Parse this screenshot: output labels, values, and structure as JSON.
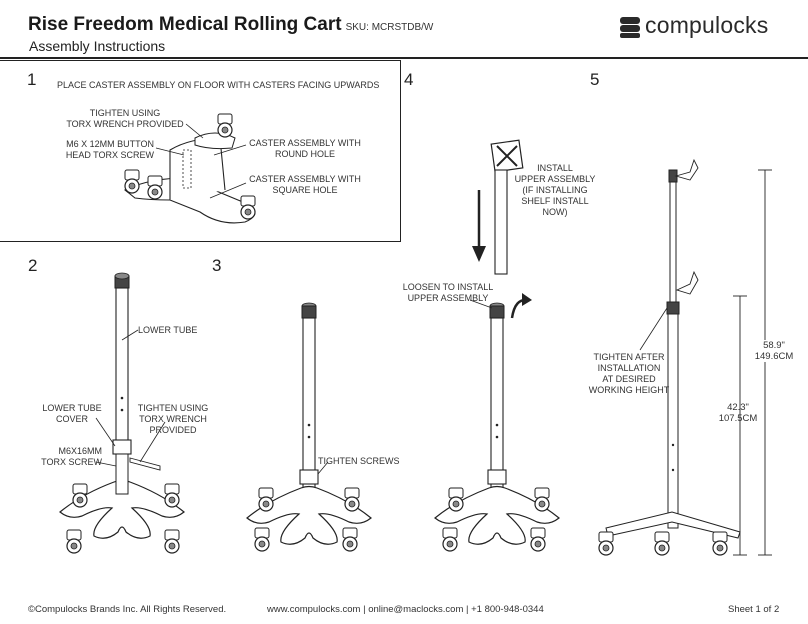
{
  "header": {
    "title": "Rise Freedom Medical Rolling Cart",
    "sku": "SKU: MCRSTDB/W",
    "subtitle": "Assembly Instructions",
    "brand": "compulocks"
  },
  "steps": {
    "s1": {
      "number": "1",
      "instruction": "PLACE CASTER ASSEMBLY ON FLOOR WITH CASTERS FACING UPWARDS",
      "label_tighten": [
        "TIGHTEN USING",
        "TORX WRENCH PROVIDED"
      ],
      "label_screw": [
        "M6 x 12mm BUTTON",
        "HEAD TORX SCREW"
      ],
      "label_round": [
        "CASTER ASSEMBLY WITH",
        "ROUND HOLE"
      ],
      "label_square": [
        "CASTER ASSEMBLY WITH",
        "SQUARE HOLE"
      ]
    },
    "s2": {
      "number": "2",
      "label_lower_tube": "LOWER TUBE",
      "label_cover": [
        "LOWER TUBE",
        "COVER"
      ],
      "label_tighten": [
        "TIGHTEN USING",
        "TORX WRENCH",
        "PROVIDED"
      ],
      "label_screw": [
        "M6X16MM",
        "TORX SCREW"
      ]
    },
    "s3": {
      "number": "3",
      "label_tighten": "TIGHTEN SCREWS"
    },
    "s4": {
      "number": "4",
      "label_install": [
        "INSTALL",
        "UPPER ASSEMBLY",
        "(IF INSTALLING",
        "SHELF INSTALL",
        "NOW)"
      ],
      "label_loosen": [
        "LOOSEN TO INSTALL",
        "UPPER ASSEMBLY"
      ]
    },
    "s5": {
      "number": "5",
      "label_tighten": [
        "TIGHTEN AFTER",
        "INSTALLATION",
        "AT DESIRED",
        "WORKING HEIGHT"
      ],
      "dim_low": [
        "42.3\"",
        "107.5cm"
      ],
      "dim_high": [
        "58.9\"",
        "149.6cm"
      ]
    }
  },
  "footer": {
    "copyright": "©Compulocks Brands Inc. All Rights Reserved.",
    "contact": "www.compulocks.com | online@maclocks.com | +1 800-948-0344",
    "sheet": "Sheet 1 of 2"
  }
}
